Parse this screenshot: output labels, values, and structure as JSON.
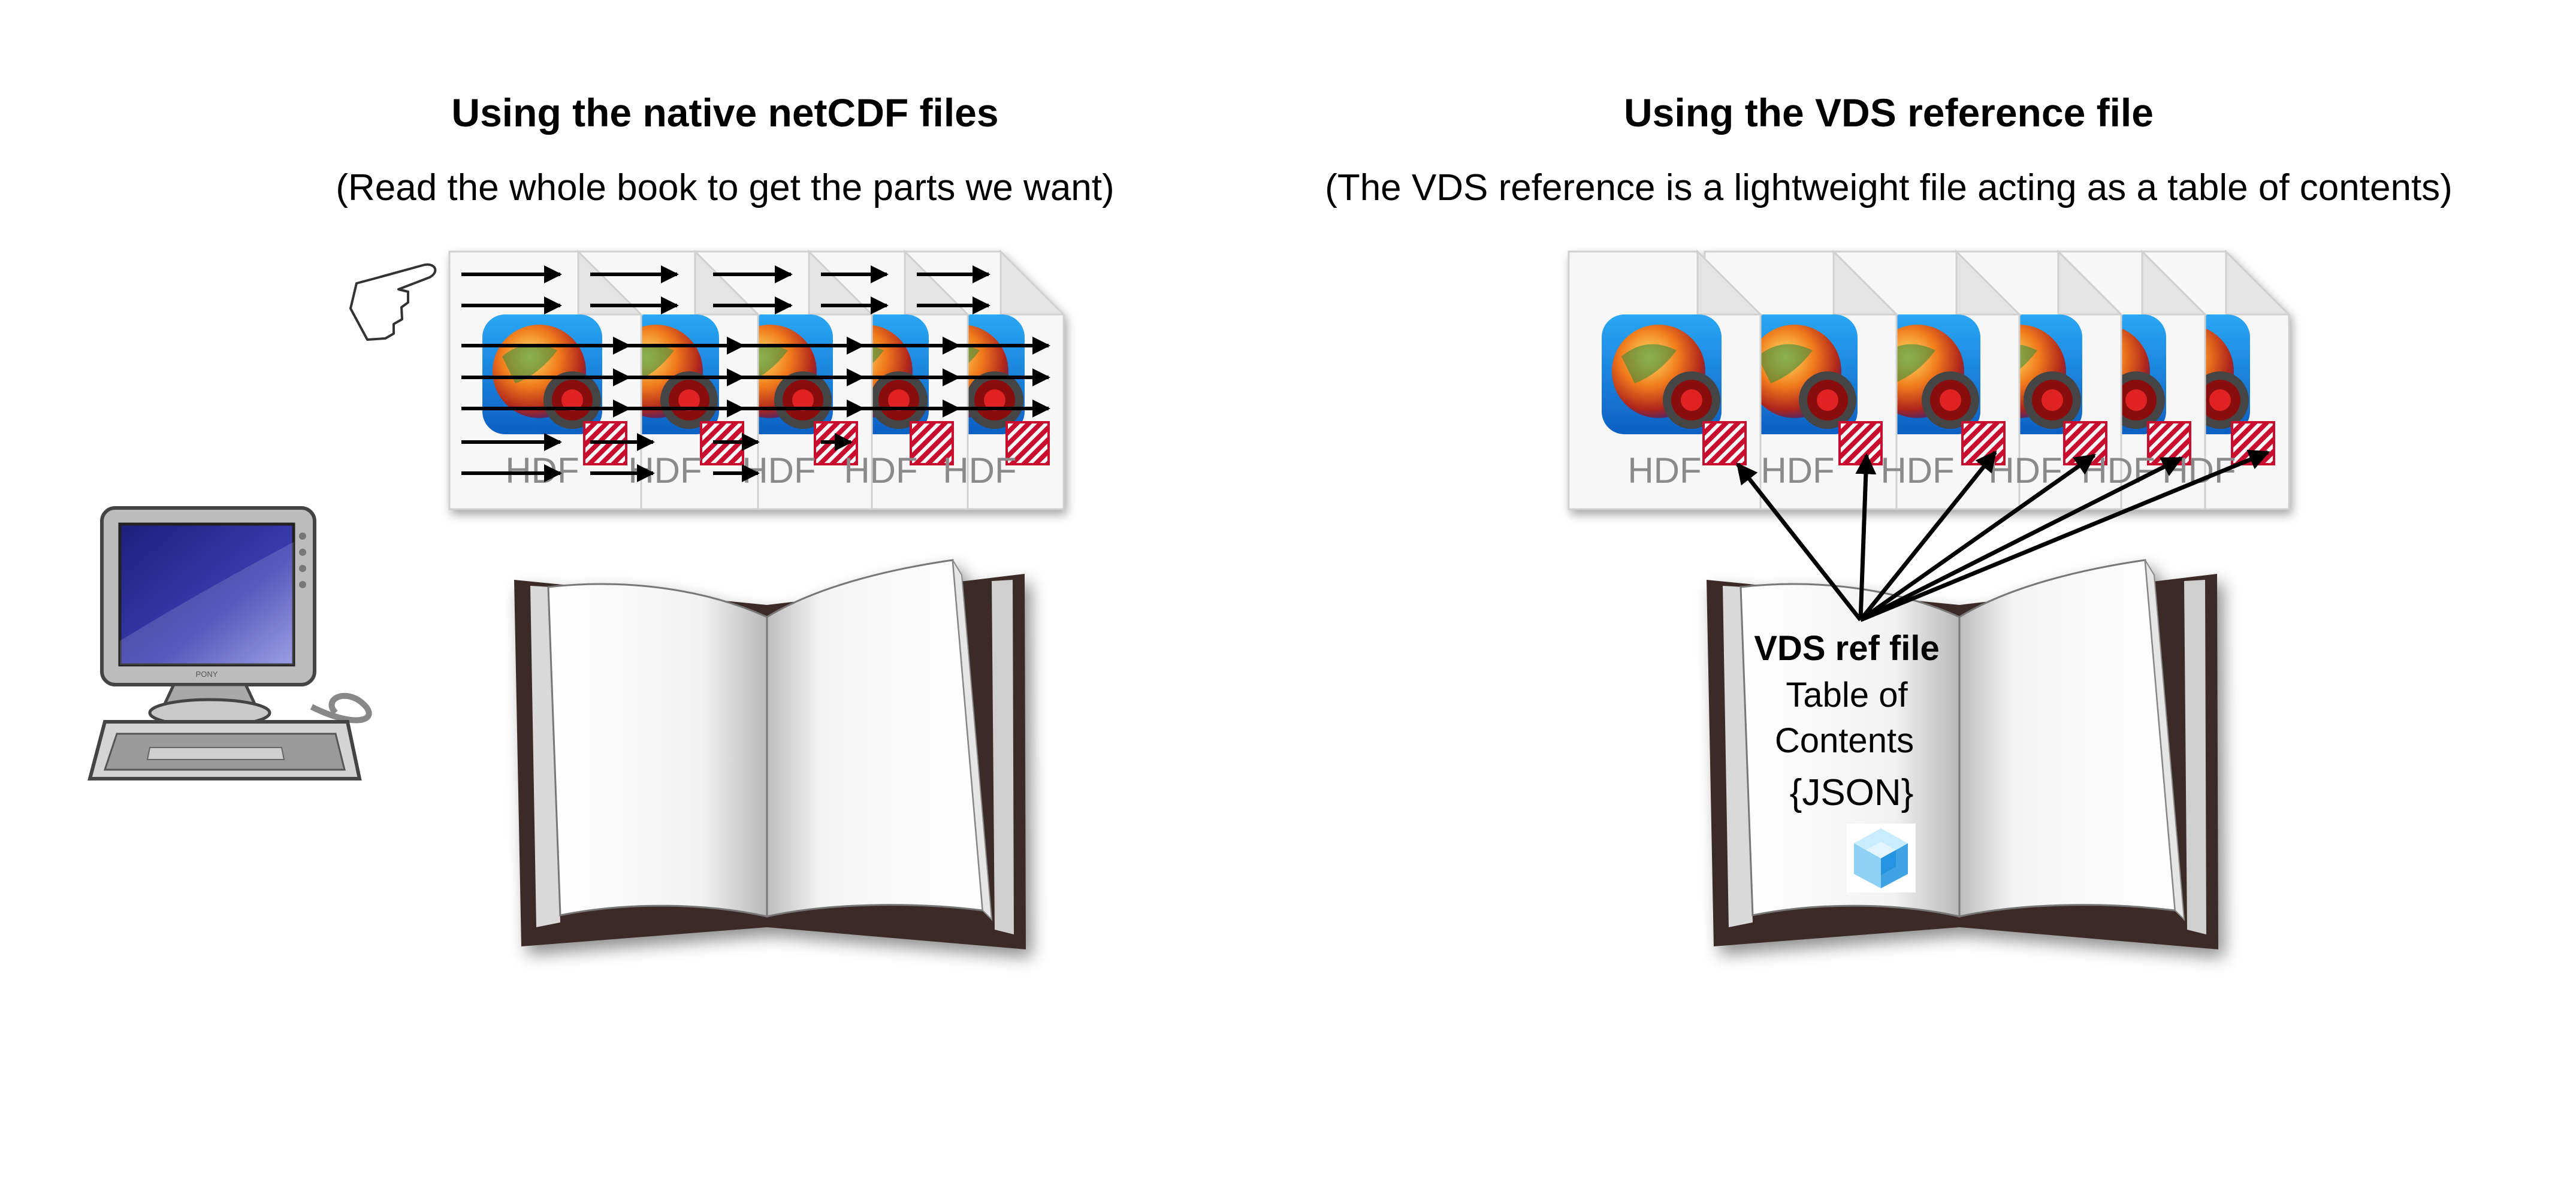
{
  "left_panel": {
    "title": "Using the native netCDF files",
    "subtitle": "(Read the whole book to get the parts we want)",
    "file_count": 5
  },
  "right_panel": {
    "title": "Using the VDS reference file",
    "subtitle": "(The VDS reference is a lightweight file acting as a table of contents)",
    "file_count": 6,
    "book_text": {
      "line1": "VDS ref file",
      "line2": "Table of",
      "line3": "Contents",
      "line4": "{JSON}"
    }
  },
  "file_icon": {
    "label": "HDF",
    "icon": "hdf-file-icon",
    "badge_color": "#c8102e"
  },
  "computer": {
    "icon": "desktop-computer-icon",
    "brand": "PONY"
  },
  "hand": {
    "icon": "pointing-hand-icon"
  },
  "colors": {
    "book_cover": "#3b2a26",
    "screen": "#2c2f8f",
    "accent_blue": "#1e8fe0"
  }
}
